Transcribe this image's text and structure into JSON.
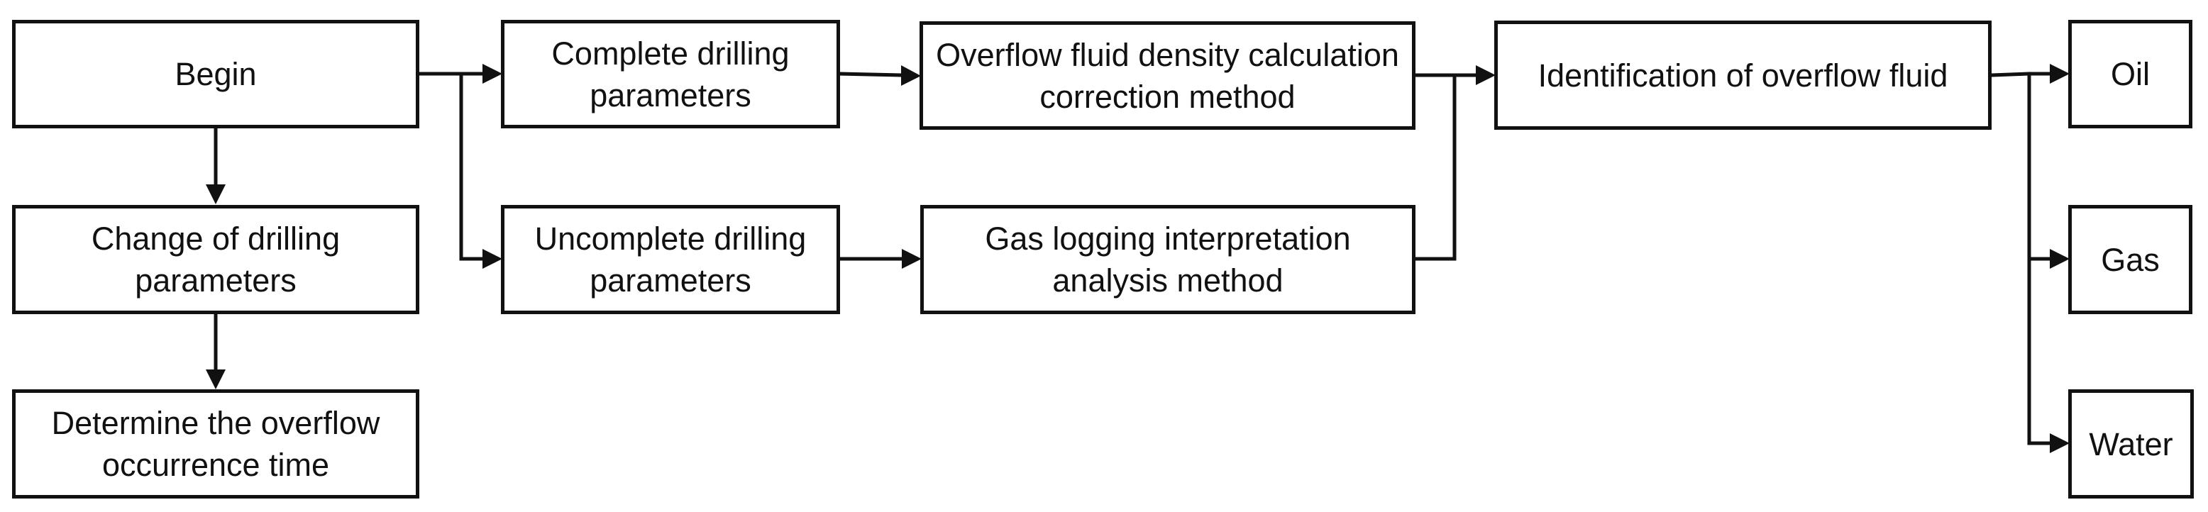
{
  "diagram": {
    "line_color": "#111111",
    "nodes": {
      "begin": "Begin",
      "change_params": "Change of drilling parameters",
      "determine_time": "Determine the overflow occurrence time",
      "complete_params": "Complete drilling parameters",
      "uncomplete_params": "Uncomplete drilling parameters",
      "density_method": "Overflow fluid density calculation correction method",
      "gas_logging": "Gas logging interpretation analysis method",
      "identification": "Identification of overflow fluid",
      "oil": "Oil",
      "gas": "Gas",
      "water": "Water"
    }
  }
}
